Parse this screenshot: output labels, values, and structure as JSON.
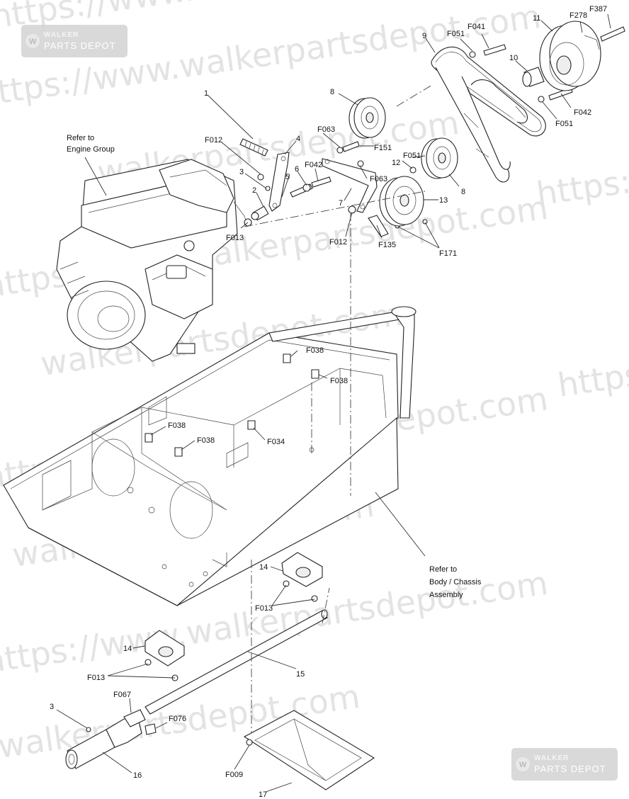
{
  "watermark": {
    "text_a": "https://www.walkerpartsdepot.com",
    "text_b": "walkerpartsdepot.com",
    "text_c": "https://",
    "badge_brand": "WALKER",
    "badge_sub": "PARTS DEPOT"
  },
  "notes": {
    "engine": [
      "Refer to",
      "Engine Group"
    ],
    "chassis": [
      "Refer to",
      "Body / Chassis",
      "Assembly"
    ]
  },
  "labels": {
    "p1": "1",
    "p2": "2",
    "p3a": "3",
    "p3b": "3",
    "p4": "4",
    "p5": "5",
    "p6": "6",
    "p7": "7",
    "p8a": "8",
    "p8b": "8",
    "p9": "9",
    "p10": "10",
    "p11": "11",
    "p12": "12",
    "p13": "13",
    "p14a": "14",
    "p14b": "14",
    "p15": "15",
    "p16": "16",
    "p17": "17",
    "f387": "F387",
    "f278": "F278",
    "f041": "F041",
    "f051a": "F051",
    "f051b": "F051",
    "f051c": "F051",
    "f042a": "F042",
    "f042b": "F042",
    "f063a": "F063",
    "f063b": "F063",
    "f151": "F151",
    "f012a": "F012",
    "f012b": "F012",
    "f013a": "F013",
    "f013b": "F013",
    "f013c": "F013",
    "f135": "F135",
    "f171": "F171",
    "f038a": "F038",
    "f038b": "F038",
    "f038c": "F038",
    "f038d": "F038",
    "f034": "F034",
    "f067": "F067",
    "f076": "F076",
    "f009": "F009"
  }
}
